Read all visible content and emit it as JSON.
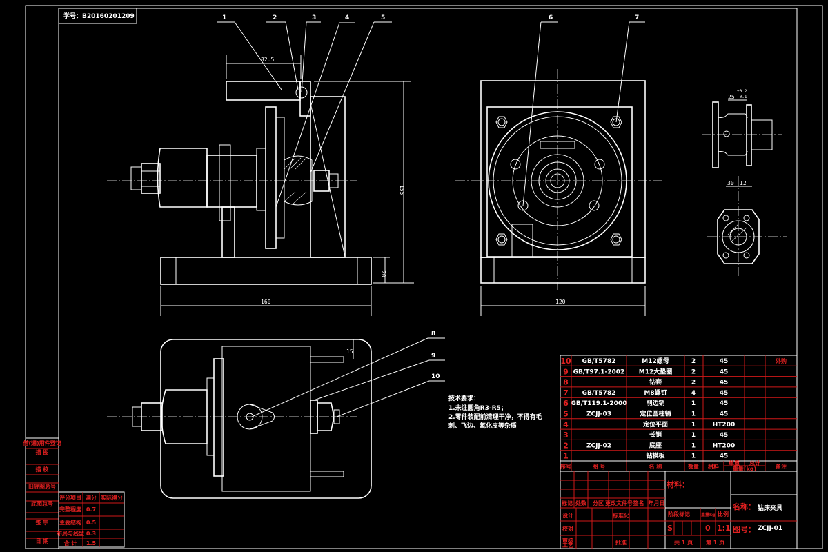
{
  "student_id": "学号：B20160201209",
  "balloons": [
    "1",
    "2",
    "3",
    "4",
    "5",
    "6",
    "7",
    "8",
    "9",
    "10"
  ],
  "dimensions": {
    "front_offset": "32.5",
    "front_height": "155",
    "base_height": "20",
    "front_width": "160",
    "side_width": "120",
    "bottom_offset": "15",
    "detail_a": "25",
    "detail_tol_upper": "+0.2",
    "detail_tol_lower": "-0.1",
    "detail_b": "30",
    "detail_c": "12"
  },
  "tech_requirements": {
    "title": "技术要求：",
    "items": [
      "1.未注圆角R3-R5；",
      "2.零件装配前清理干净，不得有毛",
      "刺、飞边、氧化皮等杂质"
    ]
  },
  "bom": {
    "rows": [
      {
        "no": "10",
        "code": "GB/T5782",
        "name": "M12螺母",
        "qty": "2",
        "material": "45",
        "remark": "外购"
      },
      {
        "no": "9",
        "code": "GB/T97.1-2002",
        "name": "M12大垫圈",
        "qty": "2",
        "material": "45",
        "remark": ""
      },
      {
        "no": "8",
        "code": "",
        "name": "钻套",
        "qty": "2",
        "material": "45",
        "remark": ""
      },
      {
        "no": "7",
        "code": "GB/T5782",
        "name": "M8螺钉",
        "qty": "4",
        "material": "45",
        "remark": ""
      },
      {
        "no": "6",
        "code": "GB/T119.1-2000",
        "name": "削边销",
        "qty": "1",
        "material": "45",
        "remark": ""
      },
      {
        "no": "5",
        "code": "ZCJJ-03",
        "name": "定位圆柱销",
        "qty": "1",
        "material": "45",
        "remark": ""
      },
      {
        "no": "4",
        "code": "",
        "name": "定位平面",
        "qty": "1",
        "material": "HT200",
        "remark": ""
      },
      {
        "no": "3",
        "code": "",
        "name": "长销",
        "qty": "1",
        "material": "45",
        "remark": ""
      },
      {
        "no": "2",
        "code": "ZCJJ-02",
        "name": "底座",
        "qty": "1",
        "material": "HT200",
        "remark": ""
      },
      {
        "no": "1",
        "code": "",
        "name": "钻模板",
        "qty": "1",
        "material": "45",
        "remark": ""
      }
    ],
    "header": {
      "no": "序号",
      "code": "图  号",
      "name": "名    称",
      "qty": "数量",
      "material": "材料",
      "unit_weight": "单重",
      "total_weight": "总计",
      "weight": "重量(kg)",
      "remark": "备注"
    }
  },
  "title_block": {
    "revision_headers": [
      "标记",
      "处数",
      "分区",
      "更改文件号",
      "签名",
      "年月日"
    ],
    "roles": [
      "设计",
      "校对",
      "审核",
      "工艺"
    ],
    "standardization": "标准化",
    "approve": "批准",
    "material_label": "材料：",
    "stage_label": "阶段标记",
    "weight_label": "重量kg",
    "scale_label": "比例",
    "stage_value": "S",
    "weight_value": "0",
    "scale_value": "1:1",
    "sheets_total": "共 1 页",
    "sheet_no": "第 1 页",
    "name_label": "名称：",
    "name_value": "钻床夹具",
    "drawing_no_label": "图号：",
    "drawing_no_value": "ZCJJ-01"
  },
  "left_strip": [
    "借(通)用件登记",
    "描  图",
    "描  校",
    "旧底图总号",
    "底图总号",
    "签  字",
    "日  期"
  ],
  "score_table": {
    "headers": [
      "评分项目",
      "满分",
      "实际得分"
    ],
    "rows": [
      {
        "item": "完整程度",
        "full": "0.7",
        "actual": ""
      },
      {
        "item": "主要结构",
        "full": "0.5",
        "actual": ""
      },
      {
        "item": "布局与线型",
        "full": "0.3",
        "actual": ""
      },
      {
        "item": "合    计",
        "full": "1.5",
        "actual": ""
      }
    ]
  },
  "colors": {
    "background": "#000000",
    "lines": "#ffffff",
    "table_lines": "#d01818",
    "table_labels": "#e02020"
  }
}
